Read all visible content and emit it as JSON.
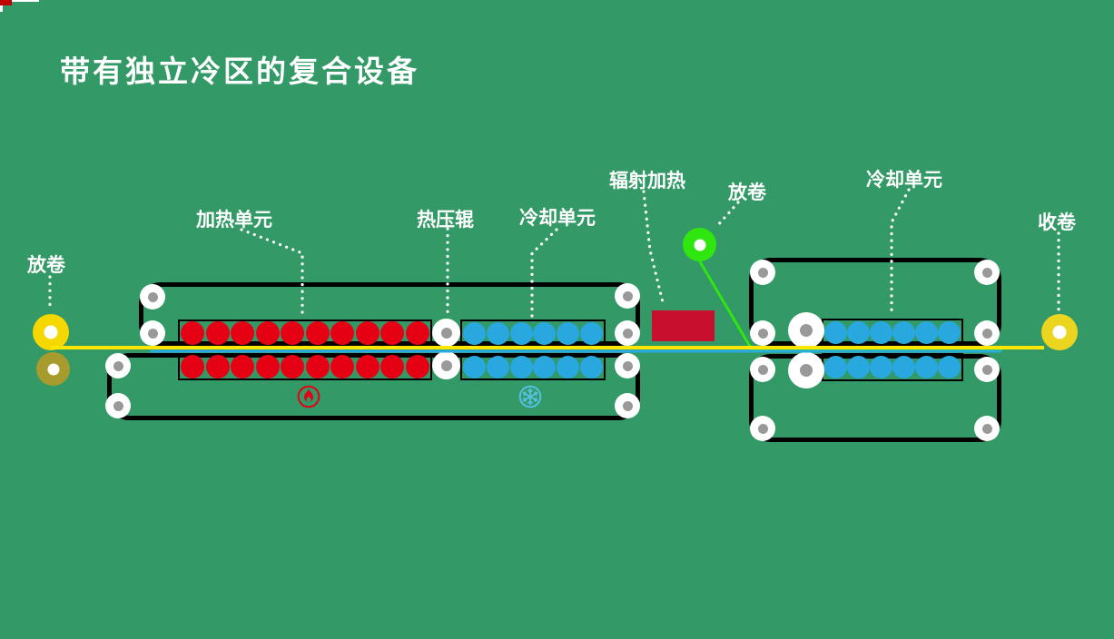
{
  "title": "带有独立冷区的复合设备",
  "labels": {
    "unwind_left": "放卷",
    "heating_unit": "加热单元",
    "hot_press_roller": "热压辊",
    "cooling_unit_left": "冷却单元",
    "radiant_heating": "辐射加热",
    "unwind_mid": "放卷",
    "cooling_unit_right": "冷却单元",
    "rewind": "收卷"
  },
  "icons": {
    "flame": "flame-icon",
    "snowflake": "snowflake-icon"
  },
  "colors": {
    "bg": "#339966",
    "red": "#e60014",
    "heater": "#c8102e",
    "blue": "#29a8e0",
    "cyan": "#29abe2",
    "yellow": "#f5d800",
    "yellow2": "#ecd51f",
    "yellowline": "#ffe600",
    "olive": "#a79b2e",
    "green": "#2fe60f",
    "sky": "#56c0e0",
    "gray": "#999999"
  },
  "units": {
    "heat_left_top": {
      "count": 10,
      "kind": "heat"
    },
    "heat_left_bottom": {
      "count": 10,
      "kind": "heat"
    },
    "cool_left_top": {
      "count": 6,
      "kind": "cool"
    },
    "cool_left_bottom": {
      "count": 6,
      "kind": "cool"
    },
    "cool_right_top": {
      "count": 6,
      "kind": "cool"
    },
    "cool_right_bottom": {
      "count": 6,
      "kind": "cool"
    }
  }
}
